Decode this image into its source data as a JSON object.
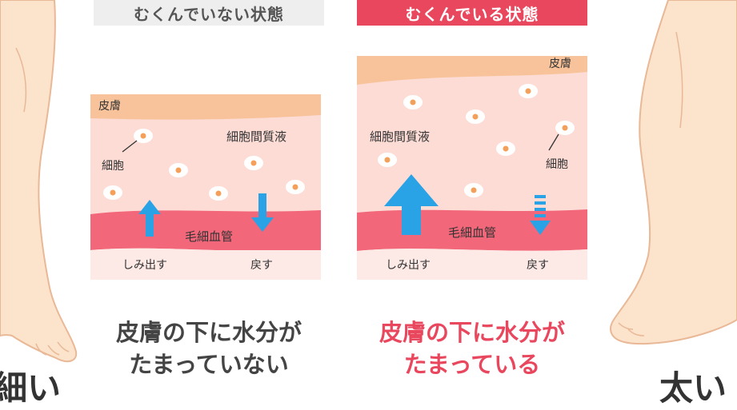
{
  "labels": {
    "normal": "むくんでいない状態",
    "swollen": "むくんでいる状態"
  },
  "diagram_text": {
    "skin": "皮膚",
    "cell": "細胞",
    "interstitial_fluid": "細胞間質液",
    "capillary": "毛細血管",
    "seep_out": "しみ出す",
    "return": "戻す"
  },
  "captions": {
    "normal_line1": "皮膚の下に水分が",
    "normal_line2": "たまっていない",
    "swollen_line1": "皮膚の下に水分が",
    "swollen_line2": "たまっている"
  },
  "leg_labels": {
    "thin": "細い",
    "thick": "太い"
  },
  "colors": {
    "accent_red": "#e8475e",
    "skin_layer": "#f8c39b",
    "tissue": "#fddcd6",
    "capillary": "#f2677a",
    "arrow_blue": "#29a3e6",
    "label_gray": "#eeeeee"
  }
}
